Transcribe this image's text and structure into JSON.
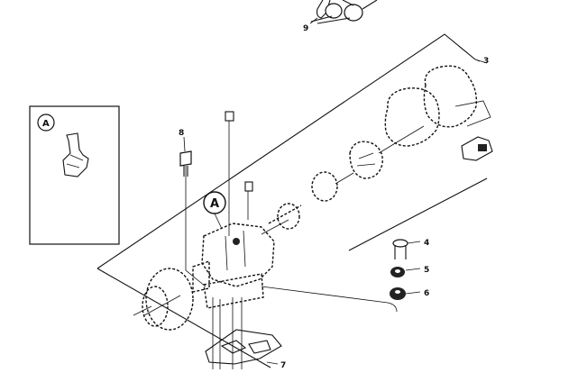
{
  "callouts": {
    "c3": "3",
    "c4": "4",
    "c5": "5",
    "c6": "6",
    "c7": "7",
    "c8": "8",
    "c9": "9"
  },
  "detail": {
    "inset_letter": "A",
    "body_letter": "A"
  }
}
